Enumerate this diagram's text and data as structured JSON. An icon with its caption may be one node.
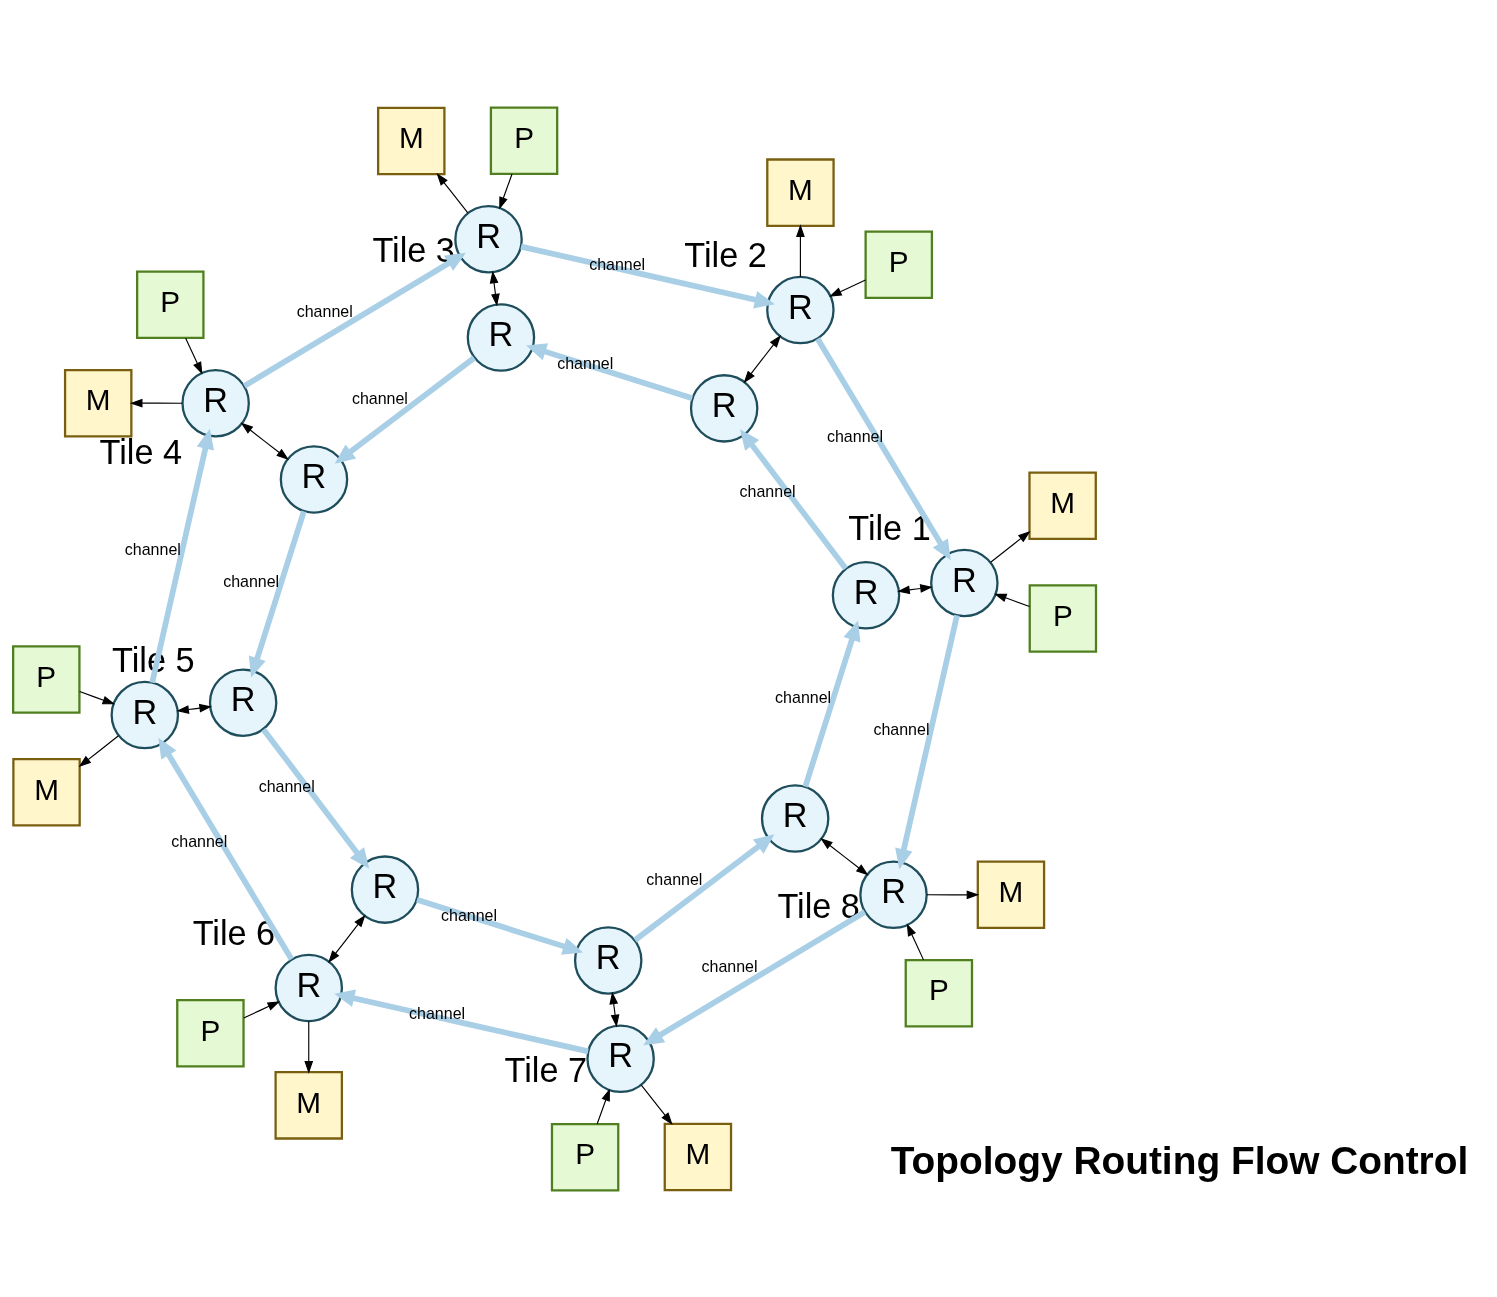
{
  "diagram": {
    "nodes": [
      {
        "text": [
          "P"
        ]
      },
      {
        "text": [
          "M"
        ]
      },
      {
        "text": [
          "R"
        ],
        "beside": [
          "Tile 1"
        ]
      },
      {
        "text": [
          "R"
        ]
      },
      {
        "text": [
          "P"
        ]
      },
      {
        "text": [
          "M"
        ]
      },
      {
        "text": [
          "R"
        ],
        "beside": [
          "Tile 2"
        ]
      },
      {
        "text": [
          "R"
        ]
      },
      {
        "text": [
          "P"
        ]
      },
      {
        "text": [
          "M"
        ]
      },
      {
        "text": [
          "R"
        ],
        "beside": [
          "Tile 3"
        ]
      },
      {
        "text": [
          "R"
        ]
      },
      {
        "text": [
          "P"
        ]
      },
      {
        "text": [
          "M"
        ]
      },
      {
        "text": [
          "R"
        ],
        "beside": [
          "Tile 4"
        ]
      },
      {
        "text": [
          "R"
        ]
      },
      {
        "text": [
          "P"
        ]
      },
      {
        "text": [
          "M"
        ]
      },
      {
        "text": [
          "R"
        ],
        "beside": [
          "Tile 5"
        ]
      },
      {
        "text": [
          "R"
        ]
      },
      {
        "text": [
          "P"
        ]
      },
      {
        "text": [
          "M"
        ]
      },
      {
        "text": [
          "R"
        ],
        "beside": [
          "Tile 6"
        ]
      },
      {
        "text": [
          "R"
        ]
      },
      {
        "text": [
          "P"
        ]
      },
      {
        "text": [
          "M"
        ]
      },
      {
        "text": [
          "R"
        ],
        "beside": [
          "Tile 7"
        ]
      },
      {
        "text": [
          "R"
        ]
      },
      {
        "text": [
          "P"
        ]
      },
      {
        "text": [
          "M"
        ]
      },
      {
        "text": [
          "R"
        ],
        "beside": [
          "Tile 8"
        ]
      },
      {
        "text": [
          "R"
        ]
      }
    ],
    "edges": [
      {
        "from": 0,
        "to": 2,
        "arrow": "to"
      },
      {
        "from": 2,
        "to": 1,
        "arrow": "to"
      },
      {
        "from": 2,
        "to": 3,
        "arrow": "both"
      },
      {
        "from": 4,
        "to": 6,
        "arrow": "to"
      },
      {
        "from": 6,
        "to": 5,
        "arrow": "to"
      },
      {
        "from": 6,
        "to": 7,
        "arrow": "both"
      },
      {
        "from": 8,
        "to": 10,
        "arrow": "to"
      },
      {
        "from": 10,
        "to": 9,
        "arrow": "to"
      },
      {
        "from": 10,
        "to": 11,
        "arrow": "both"
      },
      {
        "from": 12,
        "to": 14,
        "arrow": "to"
      },
      {
        "from": 14,
        "to": 13,
        "arrow": "to"
      },
      {
        "from": 14,
        "to": 15,
        "arrow": "both"
      },
      {
        "from": 16,
        "to": 18,
        "arrow": "to"
      },
      {
        "from": 18,
        "to": 17,
        "arrow": "to"
      },
      {
        "from": 18,
        "to": 19,
        "arrow": "both"
      },
      {
        "from": 20,
        "to": 22,
        "arrow": "to"
      },
      {
        "from": 22,
        "to": 21,
        "arrow": "to"
      },
      {
        "from": 22,
        "to": 23,
        "arrow": "both"
      },
      {
        "from": 24,
        "to": 26,
        "arrow": "to"
      },
      {
        "from": 26,
        "to": 25,
        "arrow": "to"
      },
      {
        "from": 26,
        "to": 27,
        "arrow": "both"
      },
      {
        "from": 28,
        "to": 30,
        "arrow": "to"
      },
      {
        "from": 30,
        "to": 29,
        "arrow": "to"
      },
      {
        "from": 30,
        "to": 31,
        "arrow": "both"
      },
      {
        "from": 6,
        "to": 2,
        "arrow": "to",
        "label": "channel",
        "style": "thick",
        "color": "#a9cfe6"
      },
      {
        "from": 3,
        "to": 7,
        "arrow": "to",
        "label": "channel",
        "style": "thick",
        "color": "#a9cfe6"
      },
      {
        "from": 10,
        "to": 6,
        "arrow": "to",
        "label": "channel",
        "style": "thick",
        "color": "#a9cfe6"
      },
      {
        "from": 7,
        "to": 11,
        "arrow": "to",
        "label": "channel",
        "style": "thick",
        "color": "#a9cfe6"
      },
      {
        "from": 14,
        "to": 10,
        "arrow": "to",
        "label": "channel",
        "style": "thick",
        "color": "#a9cfe6"
      },
      {
        "from": 11,
        "to": 15,
        "arrow": "to",
        "label": "channel",
        "style": "thick",
        "color": "#a9cfe6"
      },
      {
        "from": 18,
        "to": 14,
        "arrow": "to",
        "label": "channel",
        "style": "thick",
        "color": "#a9cfe6"
      },
      {
        "from": 15,
        "to": 19,
        "arrow": "to",
        "label": "channel",
        "style": "thick",
        "color": "#a9cfe6"
      },
      {
        "from": 22,
        "to": 18,
        "arrow": "to",
        "label": "channel",
        "style": "thick",
        "color": "#a9cfe6"
      },
      {
        "from": 19,
        "to": 23,
        "arrow": "to",
        "label": "channel",
        "style": "thick",
        "color": "#a9cfe6"
      },
      {
        "from": 26,
        "to": 22,
        "arrow": "to",
        "label": "channel",
        "style": "thick",
        "color": "#a9cfe6"
      },
      {
        "from": 23,
        "to": 27,
        "arrow": "to",
        "label": "channel",
        "style": "thick",
        "color": "#a9cfe6"
      },
      {
        "from": 30,
        "to": 26,
        "arrow": "to",
        "label": "channel",
        "style": "thick",
        "color": "#a9cfe6"
      },
      {
        "from": 27,
        "to": 31,
        "arrow": "to",
        "label": "channel",
        "style": "thick",
        "color": "#a9cfe6"
      },
      {
        "from": 2,
        "to": 30,
        "arrow": "to",
        "label": "channel",
        "style": "thick",
        "color": "#a9cfe6"
      },
      {
        "from": 31,
        "to": 3,
        "arrow": "to",
        "label": "channel",
        "style": "thick",
        "color": "#a9cfe6"
      }
    ],
    "labels": [
      "Topology Routing Flow Control"
    ]
  }
}
